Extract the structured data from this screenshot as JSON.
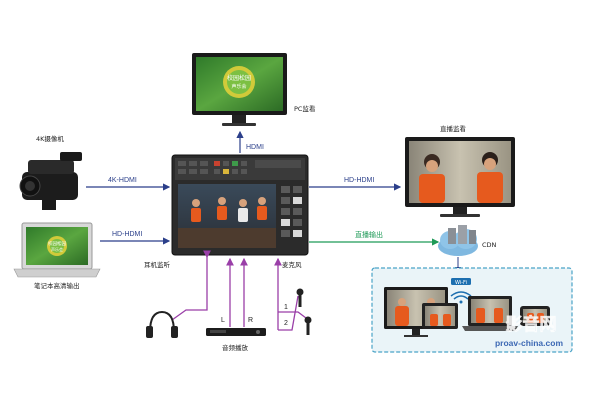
{
  "labels": {
    "pc_monitor": "PC监看",
    "camera": "4K摄像机",
    "laptop": "笔记本高清输出",
    "live_monitor": "直播监看",
    "cdn": "CDN",
    "headphone": "耳机监听",
    "microphone": "麦克风",
    "audio_playback": "音频播放",
    "wifi": "Wi-Fi"
  },
  "signals": {
    "hdmi_top": "HDMI",
    "camera_in": "4K-HDMI",
    "laptop_in": "HD-HDMI",
    "monitor_out": "HD-HDMI",
    "stream_out": "直播输出",
    "audio_left": "L",
    "audio_right": "R",
    "mic_1": "1",
    "mic_2": "2"
  },
  "screens": {
    "pc_title": "校园松园",
    "pc_subtitle": "声乐会",
    "laptop_title": "校园松园",
    "laptop_subtitle": "声乐会"
  },
  "watermark": {
    "logo": "影音网",
    "url": "proav-china.com"
  },
  "colors": {
    "blue_line": "#2b3f8a",
    "green_line": "#1e9a57",
    "purple_line": "#9a3fa8",
    "cdn_cloud": "#7fb8e0",
    "viewers_border": "#4aa3c7"
  }
}
